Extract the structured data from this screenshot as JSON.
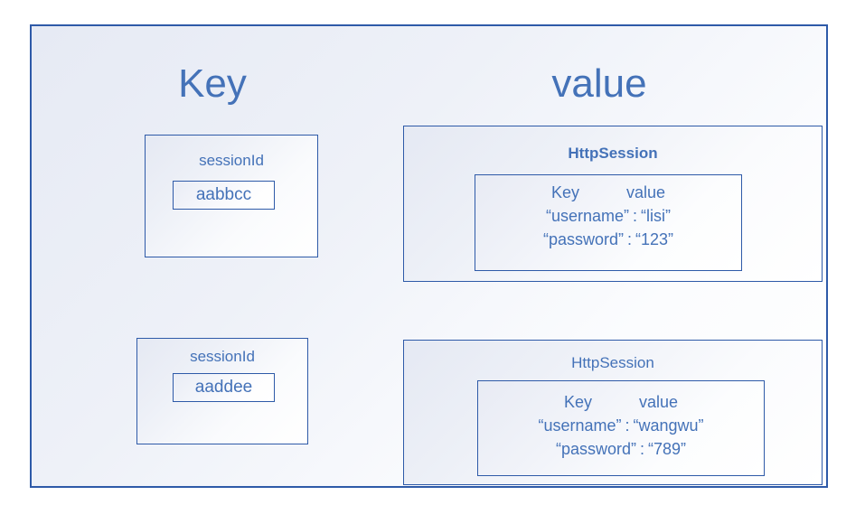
{
  "diagram": {
    "title_key": "Key",
    "title_value": "value",
    "entries": [
      {
        "key": {
          "label": "sessionId",
          "value": "aabbcc"
        },
        "value": {
          "title": "HttpSession",
          "table": {
            "header_key": "Key",
            "header_value": "value",
            "rows": [
              {
                "key": "“username”",
                "sep": ":",
                "value": "“lisi”"
              },
              {
                "key": "“password”",
                "sep": ":",
                "value": "“123”"
              }
            ]
          }
        }
      },
      {
        "key": {
          "label": "sessionId",
          "value": "aaddee"
        },
        "value": {
          "title": "HttpSession",
          "table": {
            "header_key": "Key",
            "header_value": "value",
            "rows": [
              {
                "key": "“username”",
                "sep": ":",
                "value": "“wangwu”"
              },
              {
                "key": "“password”",
                "sep": ":",
                "value": "“789”"
              }
            ]
          }
        }
      }
    ]
  },
  "colors": {
    "border_blue": "#2e5aa8",
    "text_blue": "#4472b8",
    "panel_bg_start": "#e6eaf4",
    "panel_bg_end": "#ffffff"
  }
}
